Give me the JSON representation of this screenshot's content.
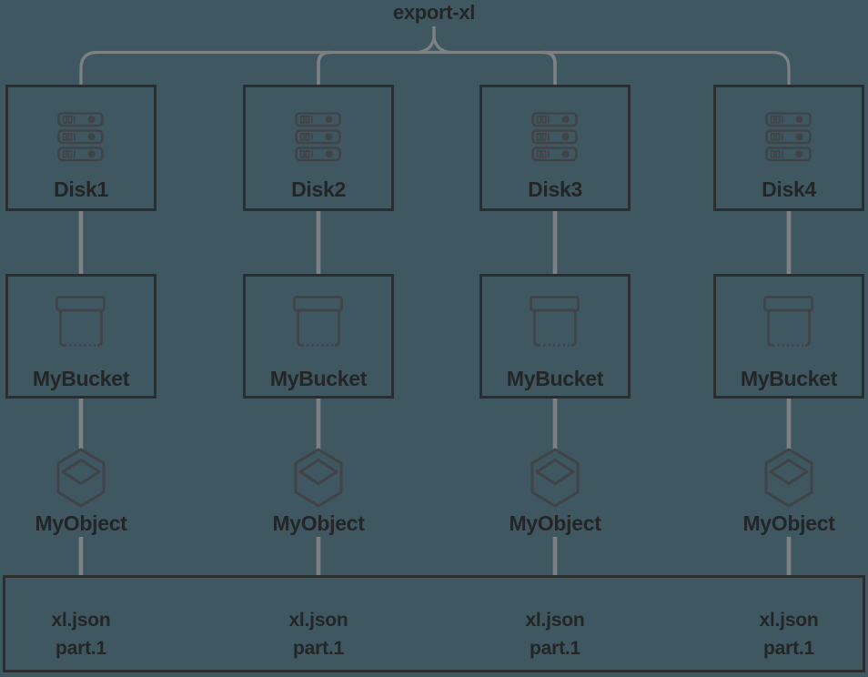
{
  "title": "export-xl",
  "colors": {
    "background": "#3F5761",
    "box_border": "#2C2D2E",
    "icon_stroke": "#404347",
    "connector_gray": "#7E8184",
    "text": "#242526"
  },
  "columns": [
    {
      "disk_label": "Disk1",
      "bucket_label": "MyBucket",
      "object_label": "MyObject",
      "file": {
        "line1": "xl.json",
        "line2": "part.1"
      }
    },
    {
      "disk_label": "Disk2",
      "bucket_label": "MyBucket",
      "object_label": "MyObject",
      "file": {
        "line1": "xl.json",
        "line2": "part.1"
      }
    },
    {
      "disk_label": "Disk3",
      "bucket_label": "MyBucket",
      "object_label": "MyObject",
      "file": {
        "line1": "xl.json",
        "line2": "part.1"
      }
    },
    {
      "disk_label": "Disk4",
      "bucket_label": "MyBucket",
      "object_label": "MyObject",
      "file": {
        "line1": "xl.json",
        "line2": "part.1"
      }
    }
  ],
  "icons": {
    "disk": "disk-stack-icon",
    "bucket": "bucket-icon",
    "object": "object-hexagon-icon"
  }
}
